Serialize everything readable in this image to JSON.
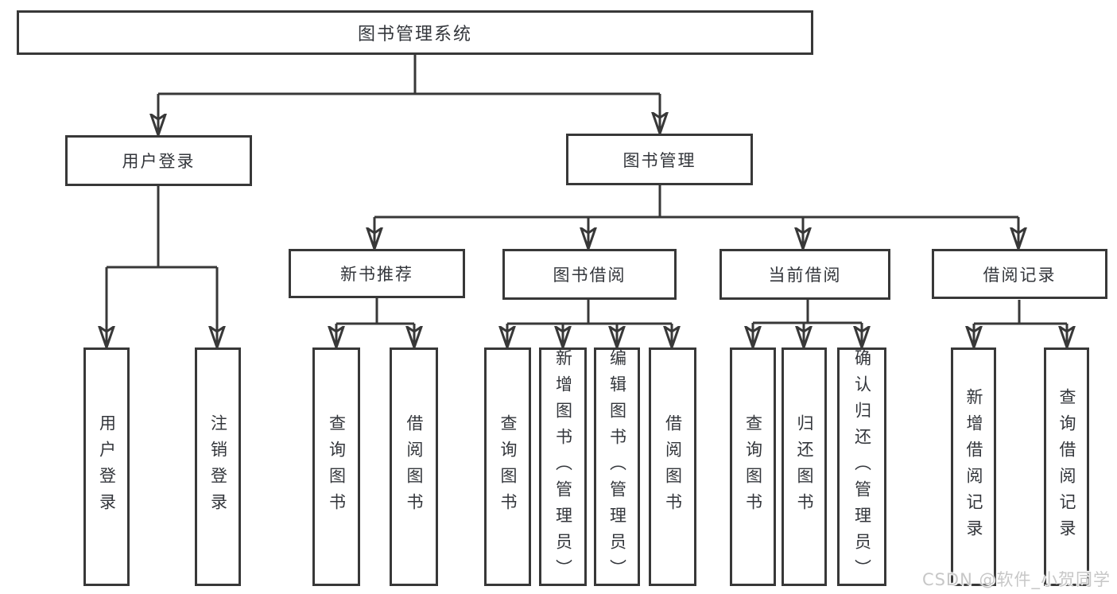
{
  "tree": {
    "root": "图书管理系统",
    "branches": [
      {
        "label": "用户登录",
        "leaves": [
          "用户登录",
          "注销登录"
        ]
      },
      {
        "label": "图书管理",
        "groups": [
          {
            "label": "新书推荐",
            "leaves": [
              "查询图书",
              "借阅图书"
            ]
          },
          {
            "label": "图书借阅",
            "leaves": [
              "查询图书",
              "新增图书（管理员）",
              "编辑图书（管理员）",
              "借阅图书"
            ]
          },
          {
            "label": "当前借阅",
            "leaves": [
              "查询图书",
              "归还图书",
              "确认归还（管理员）"
            ]
          },
          {
            "label": "借阅记录",
            "leaves": [
              "新增借阅记录",
              "查询借阅记录"
            ]
          }
        ]
      }
    ]
  },
  "watermark": {
    "text": "CSDN @软件_小贺同学"
  },
  "colors": {
    "line": "#383838",
    "box_border": "#383838",
    "text": "#33363b",
    "background": "#ffffff",
    "watermark": "#c7c7c7"
  }
}
